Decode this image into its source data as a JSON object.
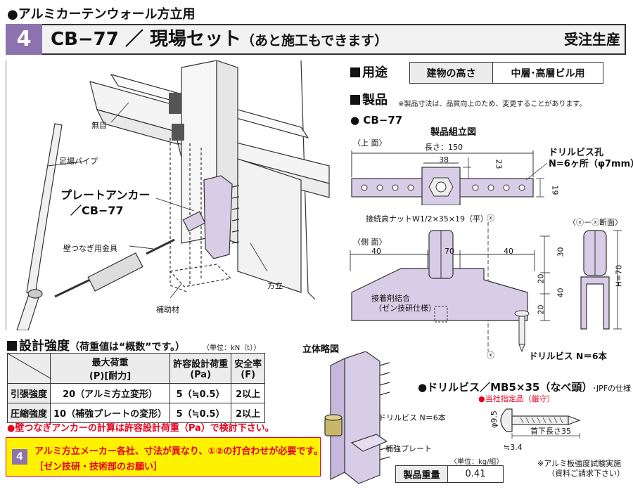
{
  "header": {
    "category": "●アルミカーテンウォール方立用",
    "number": "4",
    "title": "CB−77 ／ 現場セット",
    "title_sub": "（あと施工もできます）",
    "order": "受注生産"
  },
  "usage": {
    "heading": "用途",
    "label": "建物の高さ",
    "value": "中層･高層ビル用"
  },
  "product": {
    "heading": "製品",
    "note": "※製品寸法は、品質向上のため、変更することがあります。",
    "model": "● CB−77",
    "assembly_title": "製品組立図",
    "top_view": "〈上 面〉",
    "side_view": "〈側 面〉",
    "section_view": "〈ⓧ－ⓧ断面〉",
    "length": "長さ：150",
    "dims": {
      "d38": "38",
      "d23": "23",
      "d19": "19",
      "d40a": "40",
      "d70": "70",
      "d40b": "40",
      "d30": "30",
      "d20a": "20",
      "d40c": "40",
      "d20b": "20",
      "h70": "H=70"
    },
    "x_mark": "ⓧ",
    "drill_hole_1": "ドリルビス孔",
    "drill_hole_2": "N=6ヶ所（φ7mm）",
    "nut": "接続高ナットW1/2×35×19（平）",
    "adhesive_1": "接着剤結合",
    "adhesive_2": "（ゼン技研仕様）",
    "drill_screw": "ドリルビス N＝6本"
  },
  "illustration": {
    "mume": "無目",
    "pipe": "足場パイプ",
    "anchor_1": "プレートアンカー",
    "anchor_2": "／CB−77",
    "fitting": "壁つなぎ用金具",
    "mullion": "方立",
    "aux": "補助材"
  },
  "strength": {
    "heading": "設計強度",
    "heading_sub": "（荷重値は“概数”です。）",
    "unit": "〈単位：kN（t）〉",
    "columns": [
      "最大荷重",
      "(P)[耐力]",
      "許容設計荷重",
      "(Pa)",
      "安全率",
      "(F)"
    ],
    "rows": [
      {
        "label": "引張強度",
        "max": "20（アルミ方立変形）",
        "allow": "5（≒0.5）",
        "safety": "2以上"
      },
      {
        "label": "圧縮強度",
        "max": "10（補強プレートの変形）",
        "allow": "5（≒0.5）",
        "safety": "2以上"
      }
    ],
    "note": "●壁つなぎアンカーの計算は許容設計荷重（Pa）で検討下さい。"
  },
  "callout": {
    "number": "4",
    "line1": "アルミ方立メーカー各社、寸法が異なり、①②の打合わせが必要です。",
    "line2": "［ゼン技研・技術部のお願い］"
  },
  "perspective": {
    "title": "立体略図",
    "drill": "ドリルビス N＝6本",
    "plate": "補強プレート"
  },
  "drill_spec": {
    "title": "●ドリルビス／MB5×35（なべ頭）",
    "jpf": "･JPFの仕様",
    "designated": "●当社指定品（厳守）",
    "d95": "φ9.5",
    "neck": "首下長さ35",
    "d34": "≒3.4",
    "test_note_1": "※アルミ板強度試験実施",
    "test_note_2": "（資料ご請求下さい）"
  },
  "weight": {
    "unit": "〈単位：kg/組〉",
    "label": "製品重量",
    "value": "0.41"
  }
}
